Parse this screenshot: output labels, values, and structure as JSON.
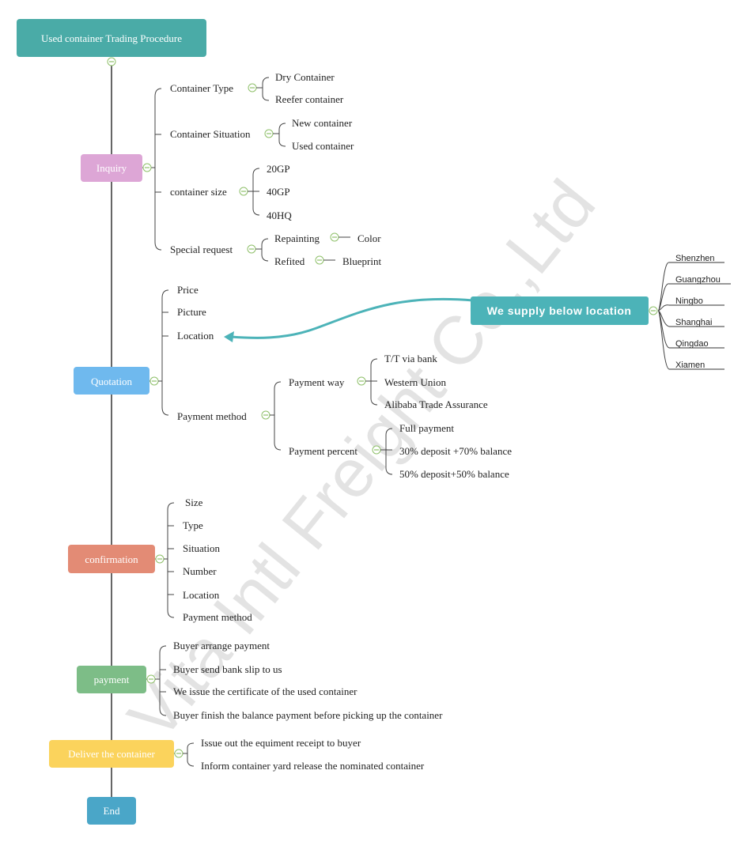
{
  "title": "Used container Trading Procedure",
  "watermark": "Vita Intl Freight Co.,Ltd",
  "colors": {
    "title": "#4aaba7",
    "inquiry": "#dda6d6",
    "quotation": "#6fb9ee",
    "confirmation": "#e38b75",
    "payment": "#7dbd87",
    "deliver": "#fbd35c",
    "end": "#4aa6c8",
    "supply": "#4cb3b8",
    "collapse": "#8fc06a"
  },
  "stages": {
    "inquiry": "Inquiry",
    "quotation": "Quotation",
    "confirmation": "confirmation",
    "payment": "payment",
    "deliver": "Deliver the container",
    "end": "End"
  },
  "inquiry": {
    "container_type": {
      "label": "Container Type",
      "items": [
        "Dry Container",
        "Reefer container"
      ]
    },
    "container_situation": {
      "label": "Container Situation",
      "items": [
        "New container",
        "Used container"
      ]
    },
    "container_size": {
      "label": "container size",
      "items": [
        "20GP",
        "40GP",
        "40HQ"
      ]
    },
    "special_request": {
      "label": "Special request",
      "repainting": "Repainting",
      "color": "Color",
      "refited": "Refited",
      "blueprint": "Blueprint"
    }
  },
  "quotation": {
    "price": "Price",
    "picture": "Picture",
    "location": "Location",
    "payment_method": "Payment method",
    "payment_way": {
      "label": "Payment way",
      "items": [
        "T/T via bank",
        "Western Union",
        "Alibaba Trade Assurance"
      ]
    },
    "payment_percent": {
      "label": "Payment percent",
      "items": [
        "Full payment",
        "30% deposit +70% balance",
        "50% deposit+50% balance"
      ]
    }
  },
  "supply": {
    "label": "We supply below location",
    "locations": [
      "Shenzhen",
      "Guangzhou",
      "Ningbo",
      "Shanghai",
      "Qingdao",
      "Xiamen"
    ]
  },
  "confirmation": {
    "items": [
      "Size",
      "Type",
      "Situation",
      "Number",
      "Location",
      "Payment method"
    ]
  },
  "payment": {
    "items": [
      "Buyer arrange payment",
      "Buyer send bank slip to us",
      "We issue the certificate of the used container",
      "Buyer finish the balance payment before picking up the container"
    ]
  },
  "deliver": {
    "items": [
      "Issue out the equiment receipt to buyer",
      "Inform container yard release the nominated container"
    ]
  }
}
